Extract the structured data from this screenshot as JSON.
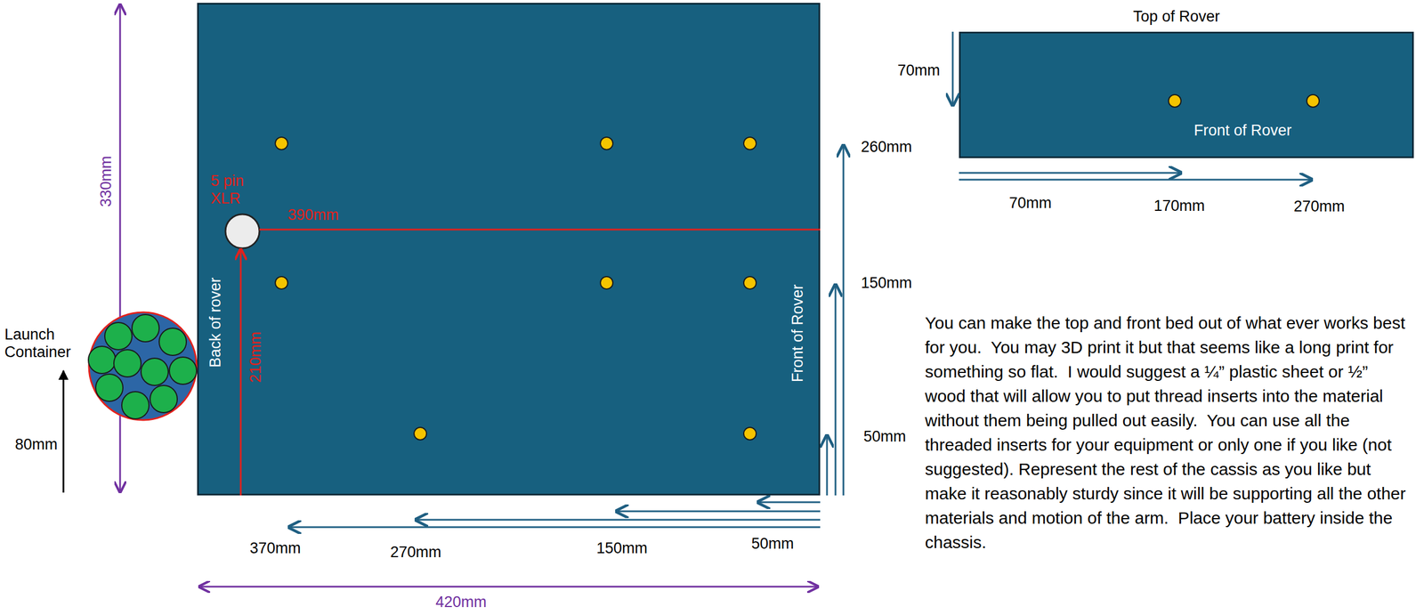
{
  "diagram": {
    "nodes": [
      {
        "text": [
          "Back of rover",
          "Front of Rover"
        ]
      },
      {
        "text": [
          "5 pin XLR"
        ],
        "in": 0
      },
      {
        "text": [
          "Launch Container"
        ]
      },
      {
        "text": [
          "Top of Rover",
          "Front of Rover"
        ]
      }
    ],
    "labels": [
      "330mm",
      "390mm",
      "210mm",
      "80mm",
      "260mm",
      "150mm",
      "50mm",
      "370mm",
      "270mm",
      "150mm",
      "50mm",
      "420mm",
      "70mm",
      "70mm",
      "170mm",
      "270mm",
      "You can make the top and front bed out of what ever works best for you.  You may 3D print it but that seems like a long print for something so flat.  I would suggest a ¼” plastic sheet or ½” wood that will allow you to put thread inserts into the material without them being pulled out easily.  You can use all the threaded inserts for your equipment or only one if you like (not suggested). Represent the rest of the cassis as you like but make it reasonably sturdy since it will be supporting all the other materials and motion of the arm.  Place your battery inside the chassis."
    ]
  }
}
